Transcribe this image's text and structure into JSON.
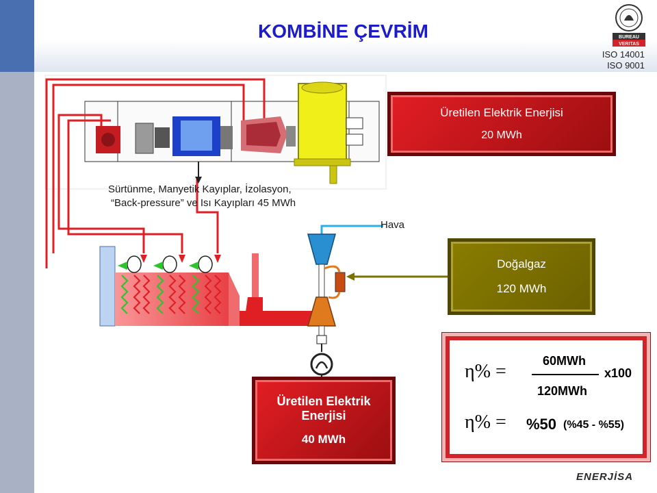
{
  "title": "KOMBİNE ÇEVRİM",
  "certs": {
    "logo_top": "BUREAU",
    "logo_bottom": "VERITAS",
    "iso1": "ISO 14001",
    "iso2": "ISO 9001"
  },
  "losses": {
    "line1": "Sürtünme, Manyetik Kayıplar, İzolasyon,",
    "line2": "“Back-pressure” ve Isı Kayıpları 45 MWh"
  },
  "steam_output": {
    "label": "Üretilen Elektrik Enerjisi",
    "value": "20 MWh"
  },
  "air_label": "Hava",
  "fuel": {
    "label": "Doğalgaz",
    "value": "120 MWh"
  },
  "gas_output": {
    "label_line1": "Üretilen Elektrik",
    "label_line2": "Enerjisi",
    "value": "40 MWh"
  },
  "efficiency": {
    "symbol1": "η% =",
    "numerator": "60MWh",
    "denominator": "120MWh",
    "multiplier": "x100",
    "symbol2": "η% =",
    "result": "%50",
    "range": "(%45 - %55)"
  },
  "brand": {
    "text": "ENERJİSA"
  },
  "colors": {
    "accent_blue": "#1c1cc8",
    "red": "#e31e24",
    "olive": "#8a7d00",
    "yellow": "#f1ef1a"
  }
}
